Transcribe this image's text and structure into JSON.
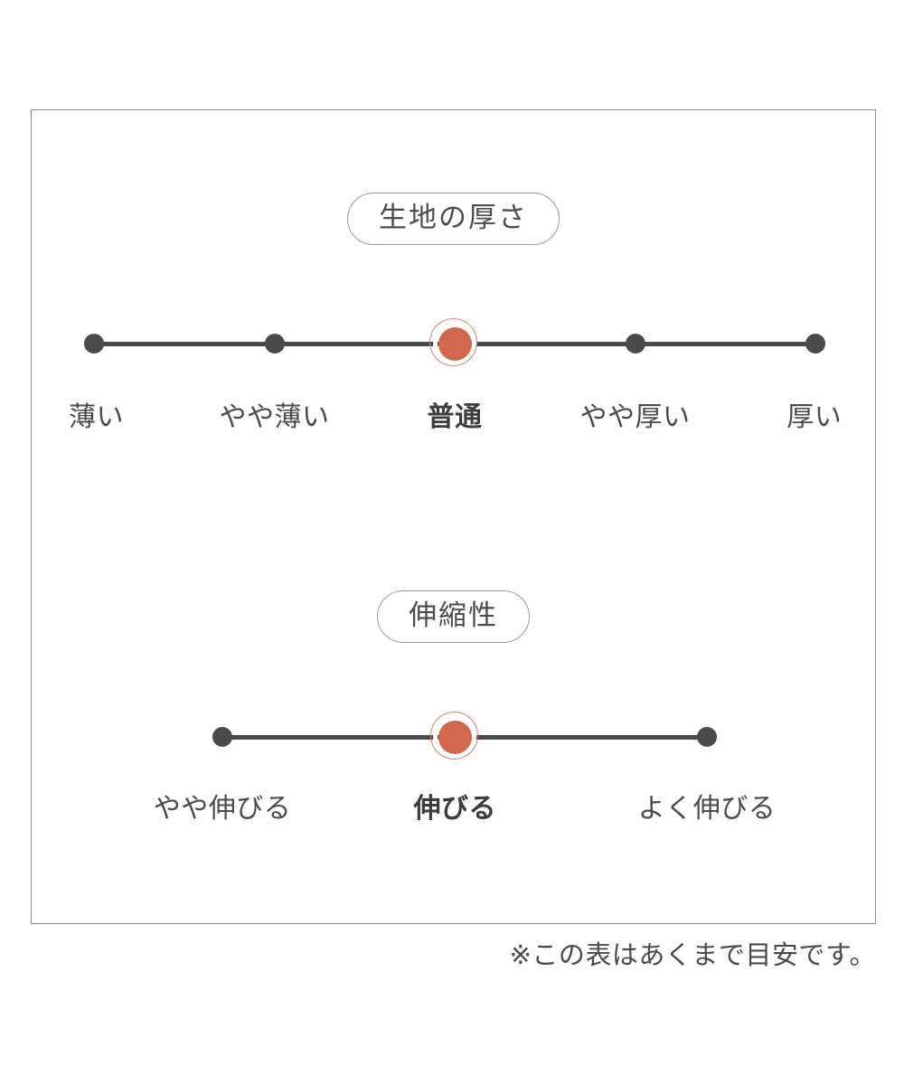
{
  "colors": {
    "frame_border": "#8c8c8c",
    "dot": "#4a4a4a",
    "active_dot": "#d1684c",
    "active_ring": "#d2846e",
    "text": "#4a4a4a",
    "background": "#ffffff"
  },
  "footnote": "※この表はあくまで目安です。",
  "chart_data": [
    {
      "type": "scale",
      "id": "fabric-thickness",
      "title": "生地の厚さ",
      "categories": [
        "薄い",
        "やや薄い",
        "普通",
        "やや厚い",
        "厚い"
      ],
      "values": [
        1,
        2,
        3,
        4,
        5
      ],
      "selected_index": 2,
      "selected_label": "普通",
      "xlim": [
        1,
        5
      ],
      "grid": false,
      "legend": "none",
      "xlabel": "",
      "ylabel": ""
    },
    {
      "type": "scale",
      "id": "fabric-stretch",
      "title": "伸縮性",
      "categories": [
        "やや伸びる",
        "伸びる",
        "よく伸びる"
      ],
      "values": [
        1,
        2,
        3
      ],
      "selected_index": 1,
      "selected_label": "伸びる",
      "xlim": [
        1,
        3
      ],
      "grid": false,
      "legend": "none",
      "xlabel": "",
      "ylabel": ""
    }
  ]
}
